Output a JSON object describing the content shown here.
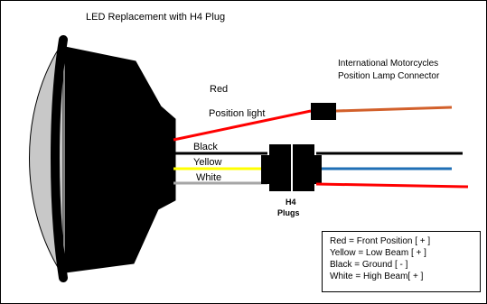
{
  "title": "LED Replacement with H4 Plug",
  "connector": {
    "line1": "International Motorcycles",
    "line2": "Position Lamp Connector"
  },
  "wires": {
    "red": "Red",
    "position": "Position light",
    "black": "Black",
    "yellow": "Yellow",
    "white": "White"
  },
  "plugs": {
    "line1": "H4",
    "line2": "Plugs"
  },
  "legend": [
    "Red = Front Position [ + ]",
    "Yellow = Low Beam [ + ]",
    "Black = Ground [ - ]",
    "White = High Beam[ + ]"
  ],
  "colors": {
    "red": "#ff0000",
    "black": "#000000",
    "yellow": "#ffff00",
    "white_wire": "#a6a6a6",
    "blue": "#1f6fb5",
    "orange": "#d2602b",
    "lens": "#c8c8c8"
  }
}
